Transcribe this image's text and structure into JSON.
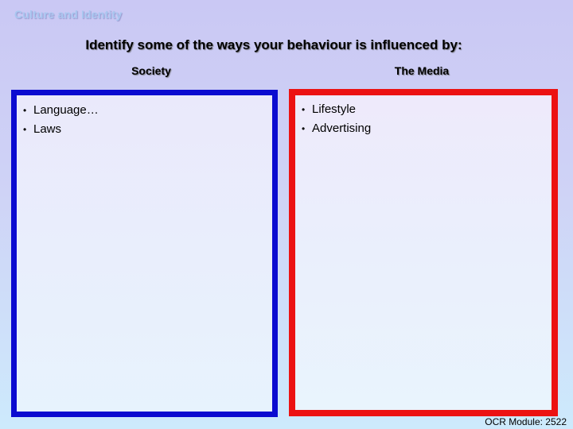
{
  "slide": {
    "course_label": "Culture and Identity",
    "title": "Identify some of the ways your behaviour is influenced by:",
    "bullet_char": "•",
    "columns": [
      {
        "header": "Society",
        "border_color": "#0b0bd0",
        "bullets": [
          "Language…",
          "Laws"
        ]
      },
      {
        "header": "The Media",
        "border_color": "#ec1212",
        "bullets": [
          "Lifestyle",
          "Advertising"
        ]
      }
    ],
    "footer": "OCR Module: 2522",
    "colors": {
      "background_top": "#cac8f4",
      "background_bottom": "#cdeafc",
      "course_label_text": "#a9c7f0",
      "body_text": "#000000"
    }
  }
}
